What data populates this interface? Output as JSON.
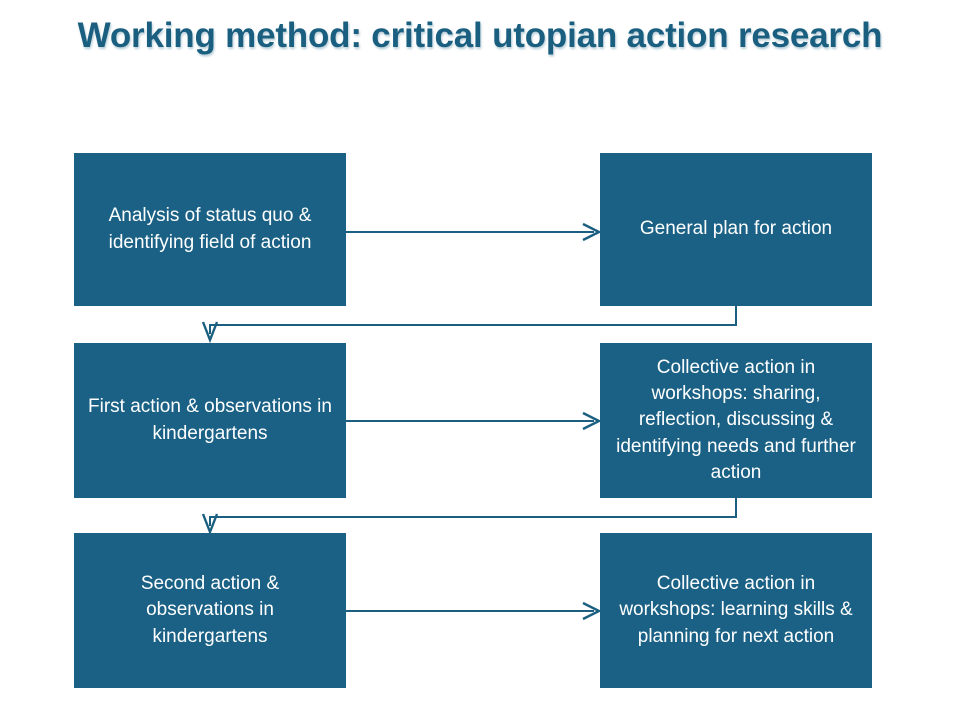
{
  "slide": {
    "title": "Working method: critical utopian action research",
    "background_color": "#ffffff",
    "title_color": "#1b5f80",
    "box_color": "#1a6185",
    "box_text_color": "#ffffff",
    "connector_color": "#1b5f80"
  },
  "diagram": {
    "type": "flowchart",
    "orientation": "two-column cyclical flow, top to bottom",
    "nodes": [
      {
        "id": "node-1",
        "row": 1,
        "column": "left",
        "label": "Analysis of status quo & identifying field of action"
      },
      {
        "id": "node-2",
        "row": 1,
        "column": "right",
        "label": "General plan for action"
      },
      {
        "id": "node-3",
        "row": 2,
        "column": "left",
        "label": "First action & observations in kindergartens"
      },
      {
        "id": "node-4",
        "row": 2,
        "column": "right",
        "label": "Collective action in workshops: sharing, reflection, discussing & identifying needs and further action"
      },
      {
        "id": "node-5",
        "row": 3,
        "column": "left",
        "label": "Second action & observations in kindergartens"
      },
      {
        "id": "node-6",
        "row": 3,
        "column": "right",
        "label": "Collective action in workshops: learning skills & planning for next action"
      }
    ],
    "edges": [
      {
        "id": "edge-1",
        "from": "node-1",
        "to": "node-2",
        "shape": "straight-horizontal",
        "direction": "right"
      },
      {
        "id": "edge-2",
        "from": "node-2",
        "to": "node-3",
        "shape": "elbow-down-left-down",
        "direction": "down"
      },
      {
        "id": "edge-3",
        "from": "node-3",
        "to": "node-4",
        "shape": "straight-horizontal",
        "direction": "right"
      },
      {
        "id": "edge-4",
        "from": "node-4",
        "to": "node-5",
        "shape": "elbow-down-left-down",
        "direction": "down"
      },
      {
        "id": "edge-5",
        "from": "node-5",
        "to": "node-6",
        "shape": "straight-horizontal",
        "direction": "right"
      }
    ]
  }
}
